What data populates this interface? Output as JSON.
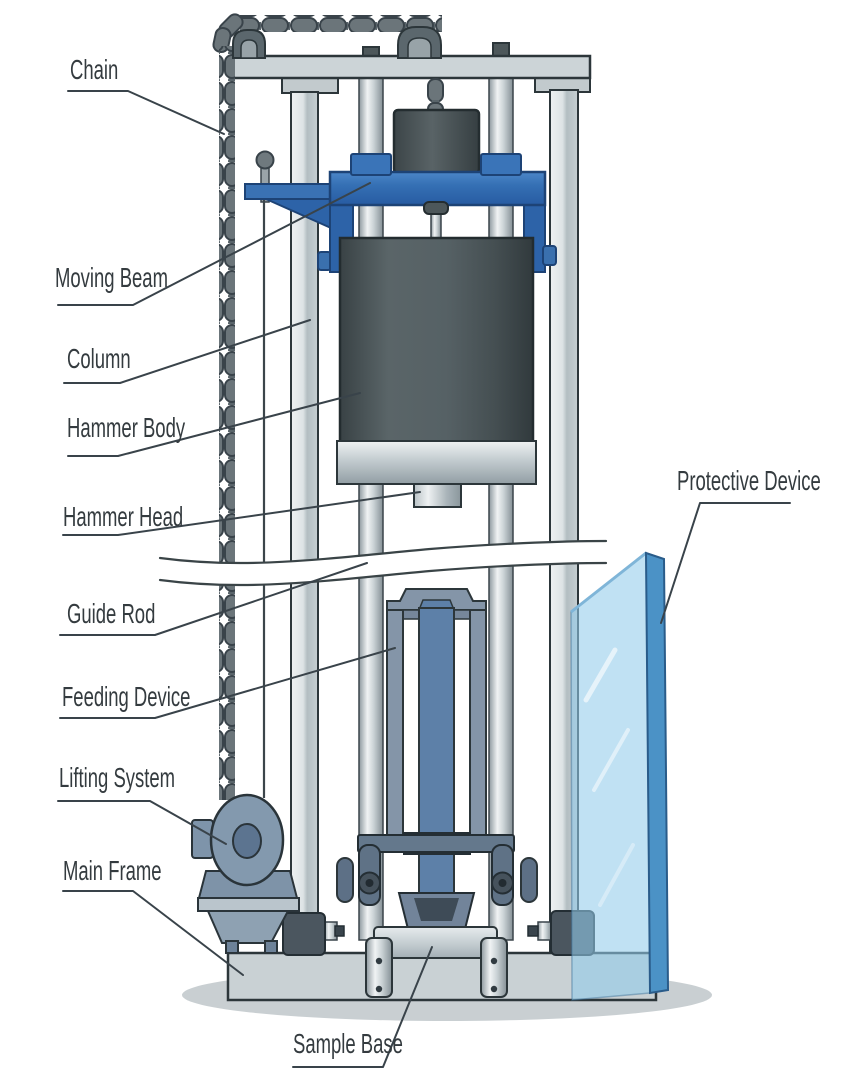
{
  "diagram": {
    "labels": {
      "chain": "Chain",
      "moving_beam": "Moving Beam",
      "column": "Column",
      "hammer_body": "Hammer Body",
      "hammer_head": "Hammer Head",
      "guide_rod": "Guide Rod",
      "feeding_device": "Feeding Device",
      "lifting_system": "Lifting System",
      "main_frame": "Main Frame",
      "sample_base": "Sample Base",
      "protective_device": "Protective Device"
    },
    "colors": {
      "accent_blue": "#2f6db4",
      "glass_blue": "#8dc7e8",
      "glass_edge_blue": "#4b92c6",
      "frame_gray": "#ccd4d7",
      "hammer_dark": "#4a5457",
      "chain_gray": "#6b757a",
      "lifting_blue_gray": "#8399ae",
      "label_text": "#343b3f",
      "leader_line": "#39434a"
    }
  }
}
